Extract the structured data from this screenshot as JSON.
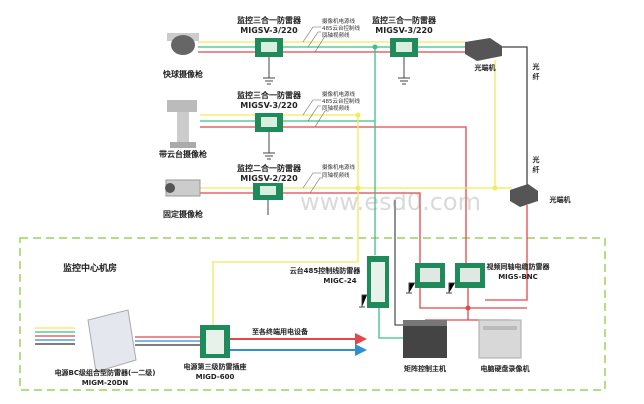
{
  "colors": {
    "yellow": "#f2ea5a",
    "green": "#3dbf86",
    "red": "#e2474b",
    "blue": "#2f8fd0",
    "dash": "#9bd35a",
    "device": "#1f8a5a"
  },
  "cameras": [
    {
      "label": "快球摄像枪"
    },
    {
      "label": "带云台摄像枪"
    },
    {
      "label": "固定摄像枪"
    }
  ],
  "protectors": [
    {
      "name": "监控三合一防雷器",
      "model": "MIGSV-3/220"
    },
    {
      "name": "监控三合一防雷器",
      "model": "MIGSV-3/220"
    },
    {
      "name": "监控三合一防雷器",
      "model": "MIGSV-3/220"
    },
    {
      "name": "监控二合一防雷器",
      "model": "MIGSV-2/220"
    }
  ],
  "line_labels": {
    "power": "摄像机电源线",
    "control": "485云台控制线",
    "video": "同轴视频线"
  },
  "optical": {
    "terminal": "光端机",
    "fiber": "光纤"
  },
  "room": {
    "title": "监控中心机房"
  },
  "migc": {
    "name": "云台485控制线防雷器",
    "model": "MIGC-24"
  },
  "migs": {
    "name": "视频同轴电缆防雷器",
    "model": "MIGS-BNC"
  },
  "migm": {
    "name": "电源BC级组合型防雷器(一二级)",
    "model": "MIGM-20DN"
  },
  "migd": {
    "name": "电源第三级防雷插座",
    "model": "MIGD-600"
  },
  "terminal_devices": "至各终端用电设备",
  "matrix": "矩阵控制主机",
  "recorder": "电脑硬盘录像机",
  "watermark": "www.esd0.com"
}
